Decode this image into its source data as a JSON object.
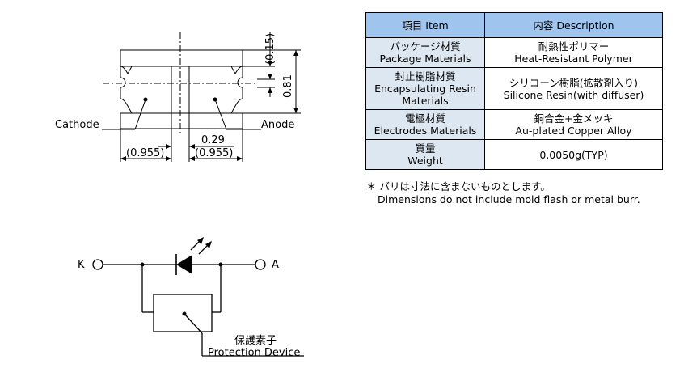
{
  "drawing": {
    "cathode_label": "Cathode",
    "anode_label": "Anode",
    "dim_gap": "0.29",
    "dim_left": "(0.955)",
    "dim_right": "(0.955)",
    "dim_top": "(0.15)",
    "dim_height": "0.81"
  },
  "table": {
    "header_item": "項目 Item",
    "header_desc": "内容 Description",
    "rows": [
      {
        "item_jp": "パッケージ材質",
        "item_en": "Package Materials",
        "desc_jp": "耐熱性ポリマー",
        "desc_en": "Heat-Resistant Polymer"
      },
      {
        "item_jp": "封止樹脂材質",
        "item_en1": "Encapsulating Resin",
        "item_en2": "Materials",
        "desc_jp": "シリコーン樹脂(拡散剤入り)",
        "desc_en": "Silicone Resin(with diffuser)"
      },
      {
        "item_jp": "電極材質",
        "item_en": "Electrodes Materials",
        "desc_jp": "銅合金+金メッキ",
        "desc_en": "Au-plated Copper Alloy"
      },
      {
        "item_jp": "質量",
        "item_en": "Weight",
        "desc": "0.0050g(TYP)"
      }
    ]
  },
  "note": {
    "jp": "＊ バリは寸法に含まないものとします。",
    "en": "Dimensions do not include mold flash or metal burr."
  },
  "circuit": {
    "k_label": "K",
    "a_label": "A",
    "device_jp": "保護素子",
    "device_en": "Protection Device"
  }
}
